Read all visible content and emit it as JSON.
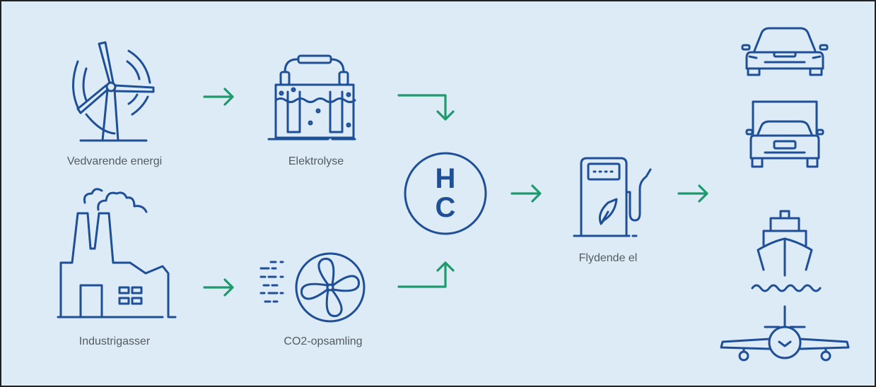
{
  "diagram": {
    "nodes": {
      "renewable": "Vedvarende energi",
      "electrolysis": "Elektrolyse",
      "industrial": "Industrigasser",
      "co2": "CO2-opsamling",
      "hydrocarbon_top": "H",
      "hydrocarbon_bottom": "C",
      "liquid": "Flydende el"
    },
    "end_uses": [
      "car-icon",
      "truck-icon",
      "ship-icon",
      "airplane-icon"
    ],
    "colors": {
      "icon": "#1f4f96",
      "arrow": "#1f9a6c",
      "background": "#dcebf6",
      "label": "#555b61"
    }
  }
}
